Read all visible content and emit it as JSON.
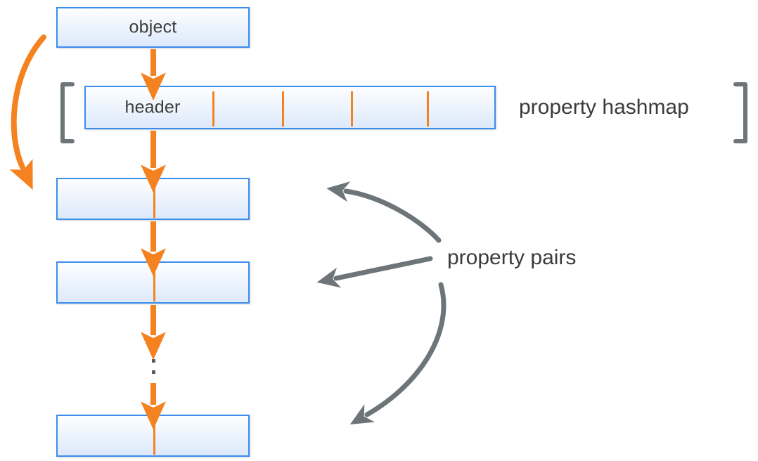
{
  "diagram": {
    "title": "object property hashmap structure",
    "colors": {
      "box_border": "#3c8cec",
      "box_fill_top": "#fdfeff",
      "box_fill_bottom": "#dce9fb",
      "orange": "#f58220",
      "gray": "#6e7579",
      "bracket_gray": "#6e7579",
      "text": "#3b3b3b"
    },
    "boxes": [
      {
        "id": "object",
        "label": "object"
      },
      {
        "id": "header",
        "label": "header"
      },
      {
        "id": "pair-1",
        "label": ""
      },
      {
        "id": "pair-2",
        "label": ""
      },
      {
        "id": "pair-3",
        "label": ""
      }
    ],
    "labels": {
      "property_hashmap": "property hashmap",
      "property_pairs": "property pairs"
    },
    "header_ticks": 4,
    "ellipsis_dots": 3,
    "pair_arrow_count": 3
  }
}
